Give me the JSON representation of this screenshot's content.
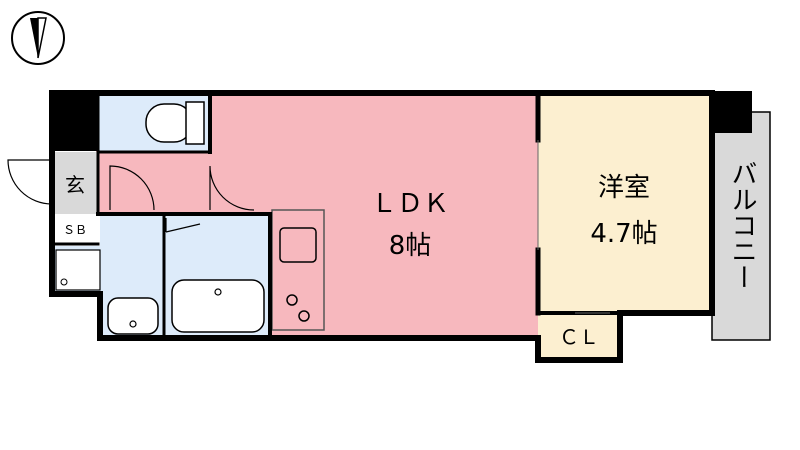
{
  "rooms": {
    "ldk": {
      "name": "ＬＤＫ",
      "size": "8帖",
      "color": "#F7B8BE"
    },
    "western": {
      "name": "洋室",
      "size": "4.7帖",
      "color": "#FCEFD0"
    },
    "balcony": {
      "name": "バルコニー",
      "color": "#D9D9D9"
    },
    "closet": {
      "name": "ＣＬ"
    },
    "entrance": {
      "name": "玄"
    },
    "shoe_box": {
      "name": "ＳＢ"
    }
  },
  "colors": {
    "wet_area": "#DDEBFA",
    "wall": "#000000",
    "corridor": "#F7B8BE"
  },
  "icons": {
    "compass": "north-arrow-icon"
  }
}
